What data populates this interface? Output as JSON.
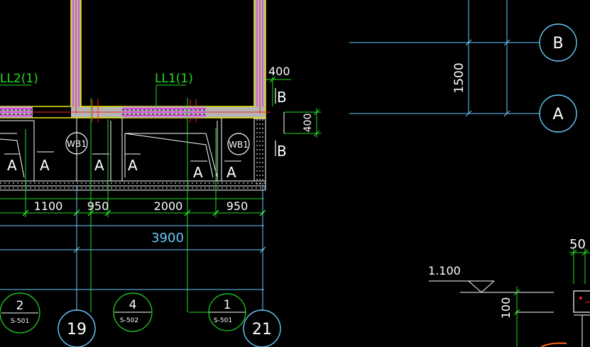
{
  "colors": {
    "background": "#000000",
    "wall_gray": "#b4b4b4",
    "wall_edge_yellow": "#e6e600",
    "magenta": "#ff00ff",
    "red": "#ff2020",
    "green": "#22dd22",
    "cyan": "#66ccff",
    "white": "#ffffff",
    "orange": "#ff6a1a"
  },
  "beam_labels": {
    "ll2": "LL2(1)",
    "ll1": "LL1(1)"
  },
  "wb_tag": "WB1",
  "section_mark": "A",
  "section_b": "B",
  "dims": {
    "top_400": "400",
    "side_400": "400",
    "d1100": "1100",
    "d950a": "950",
    "d2000": "2000",
    "d950b": "950",
    "total_3900": "3900",
    "d1500": "1500",
    "d50": "50",
    "d100": "100"
  },
  "elevation": "1.100",
  "axes": {
    "b": "B",
    "a": "A",
    "c19": "19",
    "c21": "21"
  },
  "details": [
    {
      "num": "2",
      "sheet": "S-501"
    },
    {
      "num": "4",
      "sheet": "S-502"
    },
    {
      "num": "1",
      "sheet": "S-501"
    }
  ]
}
